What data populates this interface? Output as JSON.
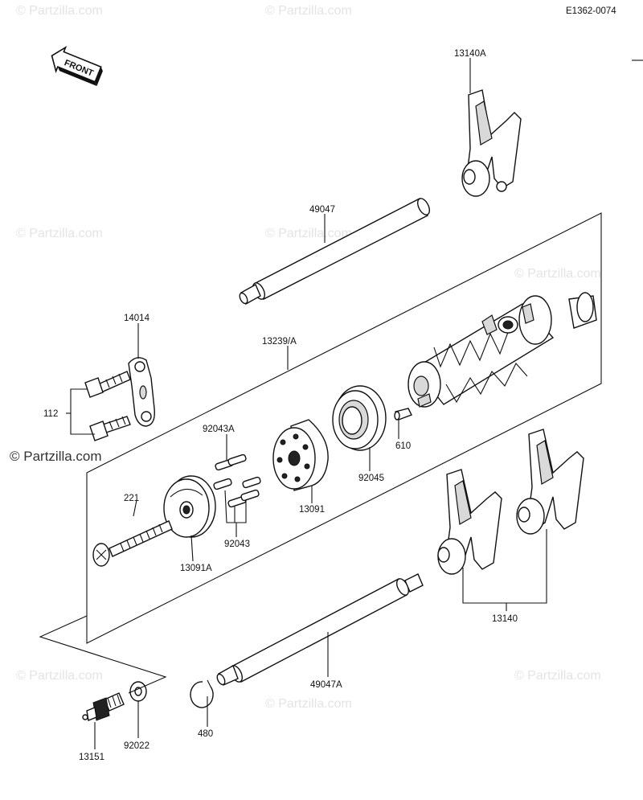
{
  "diagram_code": "E1362-0074",
  "front_label": "FRONT",
  "watermark": "© Partzilla.com",
  "callouts": {
    "p13140A": "13140A",
    "p49047": "49047",
    "p14014": "14014",
    "p13239A": "13239/A",
    "p112": "112",
    "p92043A": "92043A",
    "p221": "221",
    "p92043": "92043",
    "p13091": "13091",
    "p92045": "92045",
    "p610": "610",
    "p13091A": "13091A",
    "p13140": "13140",
    "p49047A": "49047A",
    "p480": "480",
    "p92022": "92022",
    "p13151": "13151"
  }
}
